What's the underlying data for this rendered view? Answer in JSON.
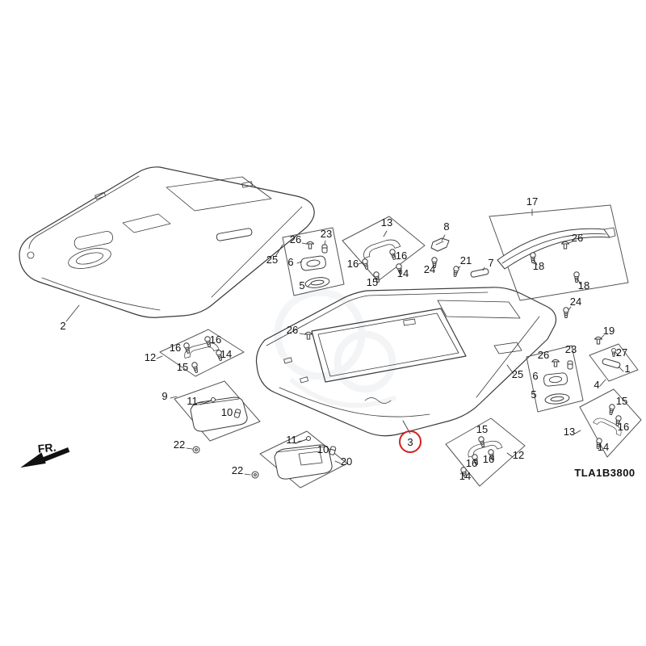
{
  "diagram": {
    "code": "TLA1B3800",
    "direction_label": "FR.",
    "highlighted_callout": "3",
    "colors": {
      "line": "#3a3a3a",
      "highlight": "#d42020"
    },
    "callouts": [
      "2",
      "25",
      "26",
      "23",
      "6",
      "5",
      "13",
      "16",
      "16",
      "15",
      "14",
      "8",
      "24",
      "21",
      "7",
      "17",
      "26",
      "18",
      "18",
      "24",
      "19",
      "27",
      "1",
      "4",
      "26",
      "23",
      "6",
      "5",
      "25",
      "3",
      "26",
      "12",
      "16",
      "16",
      "15",
      "14",
      "9",
      "11",
      "10",
      "22",
      "11",
      "10",
      "20",
      "22",
      "12",
      "15",
      "16",
      "16",
      "14",
      "13",
      "15",
      "16",
      "14"
    ]
  }
}
